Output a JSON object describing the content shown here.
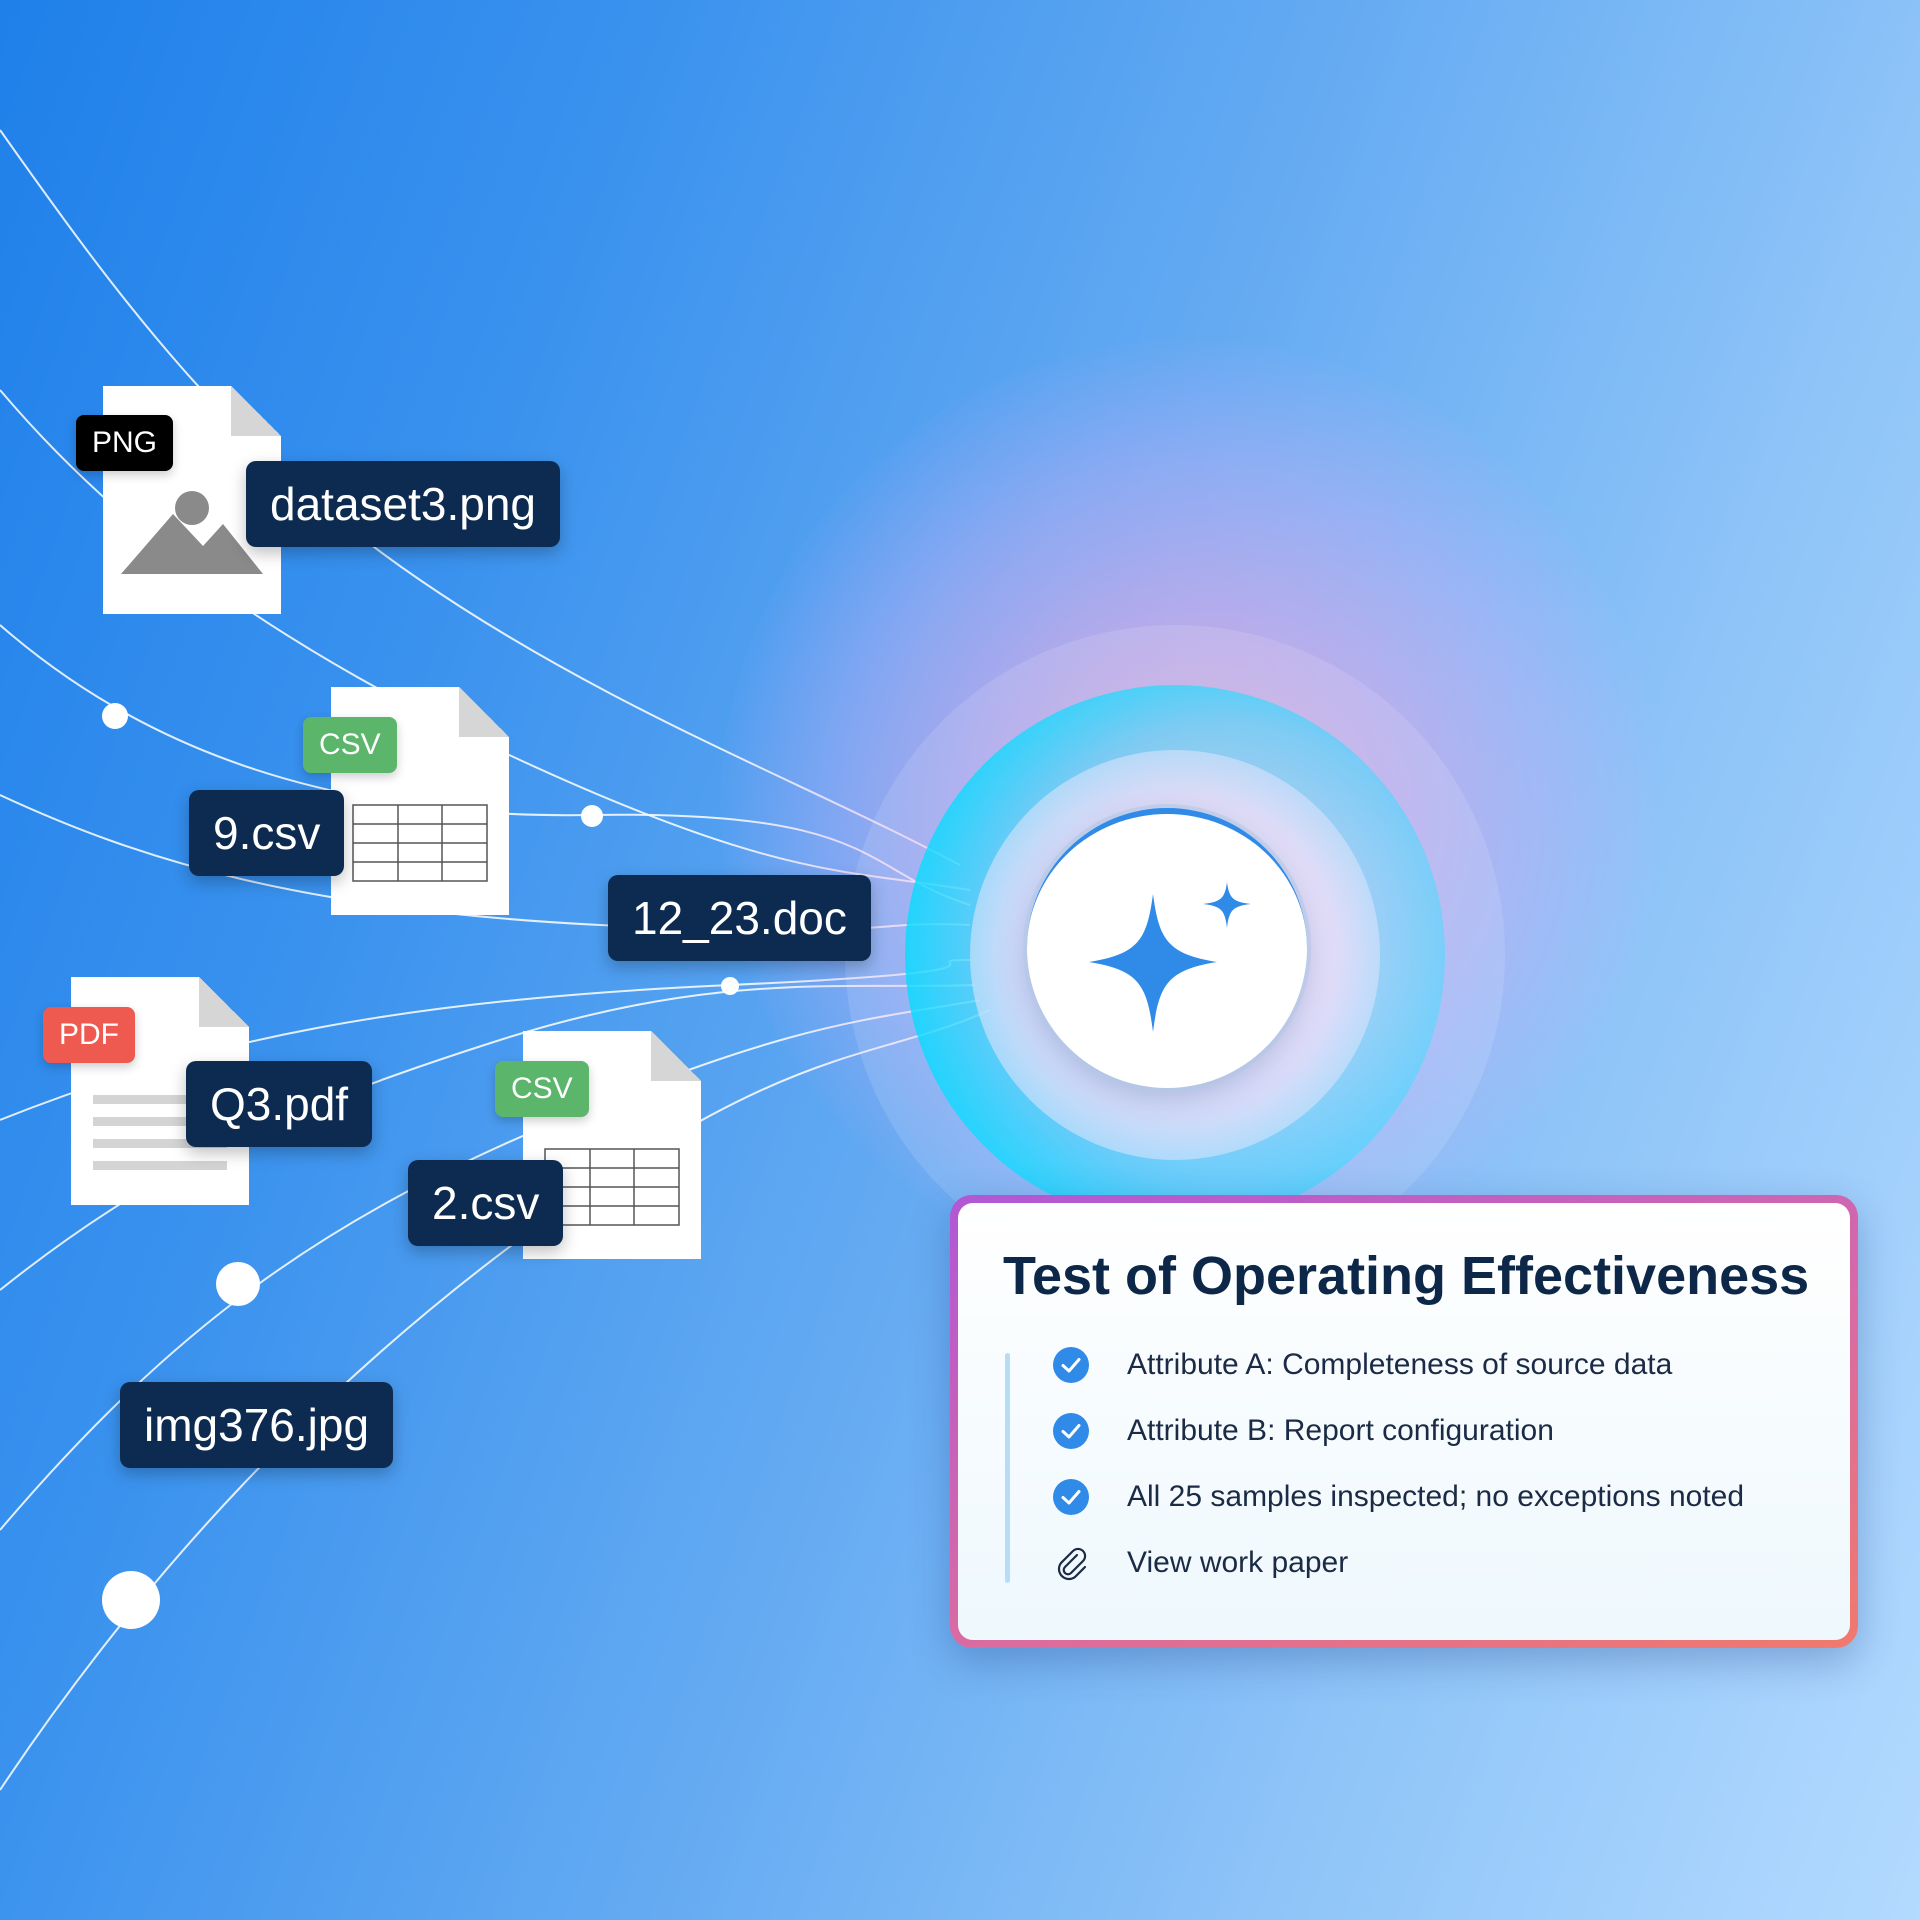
{
  "files": [
    {
      "type": "PNG",
      "name": "dataset3.png"
    },
    {
      "type": "CSV",
      "name": "9.csv"
    },
    {
      "type": "PDF",
      "name": "Q3.pdf"
    },
    {
      "type": "CSV",
      "name": "2.csv"
    }
  ],
  "floating_labels": [
    "12_23.doc",
    "img376.jpg"
  ],
  "card": {
    "title": "Test of Operating Effectiveness",
    "items": [
      {
        "icon": "check-circle-icon",
        "text": "Attribute A: Completeness of source data"
      },
      {
        "icon": "check-circle-icon",
        "text": "Attribute B: Report configuration"
      },
      {
        "icon": "check-circle-icon",
        "text": "All 25 samples inspected; no exceptions noted"
      },
      {
        "icon": "paperclip-icon",
        "text": "View work paper"
      }
    ]
  },
  "center_icon": "sparkle-icon",
  "colors": {
    "label_bg": "#0d2b50",
    "png_badge": "#000000",
    "csv_badge": "#5bb56a",
    "pdf_badge": "#ee5a4f",
    "check": "#2f8ae8"
  }
}
